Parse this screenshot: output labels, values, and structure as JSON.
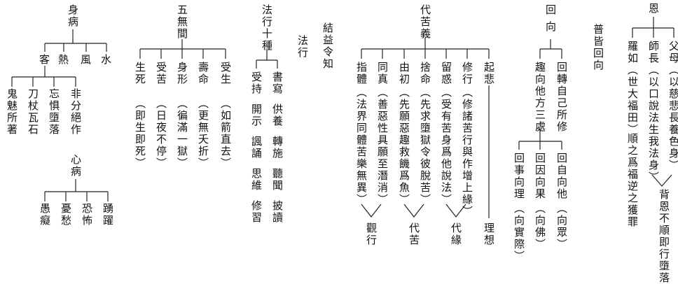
{
  "body_illness": {
    "title": "身病",
    "causes": [
      "客",
      "熱",
      "風",
      "水"
    ],
    "guest": [
      "鬼魅所著",
      "刀杖瓦石",
      "忘惧墮落",
      "非分絕作"
    ]
  },
  "mind_illness": {
    "title": "心病",
    "items": [
      "愚癡",
      "憂愁",
      "恐怖",
      "踴躍"
    ]
  },
  "five_lacks": {
    "title": "五無間",
    "items": [
      {
        "label": "生死",
        "note": "（即生即死）"
      },
      {
        "label": "受苦",
        "note": "（日夜不停）"
      },
      {
        "label": "身形",
        "note": "（徧滿一獄）"
      },
      {
        "label": "壽命",
        "note": "（更無夭折）"
      },
      {
        "label": "受生",
        "note": "（如箭直去）"
      }
    ]
  },
  "ten_practices": {
    "title": "法行十種",
    "col1": [
      "受持",
      "開示",
      "諷誦",
      "思維",
      "修習"
    ],
    "col2": [
      "書寫",
      "供養",
      "轉施",
      "聽聞",
      "披讀"
    ]
  },
  "practice": "法行",
  "conclusion": "結益令知",
  "substitute": {
    "title": "代苦義",
    "rows": [
      {
        "label": "指體",
        "note": "（法界同體苦樂無異）"
      },
      {
        "label": "同真",
        "note": "（善惡性具願至潛消）"
      },
      {
        "label": "由初",
        "note": "（先願惡趣救饑爲魚）"
      },
      {
        "label": "捨命",
        "note": "（先求墮獄令彼脫苦）"
      },
      {
        "label": "留惑",
        "note": "（受有苦身爲他說法）"
      },
      {
        "label": "修行",
        "note": "（修諸苦行與作增上緣）"
      },
      {
        "label": "起悲",
        "note": ""
      }
    ],
    "groups": [
      "觀行",
      "代苦",
      "代緣",
      "理想"
    ]
  },
  "dedication": {
    "title": "回 向",
    "return_self": "回轉自己所修",
    "toward": "趣向他方三處",
    "items": [
      {
        "label": "回事向理",
        "note": "（向實際）"
      },
      {
        "label": "回因向果",
        "note": "（向佛）"
      },
      {
        "label": "回自向他",
        "note": "（向眾）"
      }
    ]
  },
  "universal": "普皆回向",
  "gratitude": {
    "title": "恩",
    "items": [
      {
        "label": "父母",
        "note": "（以慈悲長養色身）"
      },
      {
        "label": "師長",
        "note": "（以口說法生我法身）"
      },
      {
        "label": "羅如",
        "note": "（世大福田）"
      }
    ],
    "result": "順之爲福逆之獲罪",
    "consequence": "背恩不順即行墮落"
  }
}
